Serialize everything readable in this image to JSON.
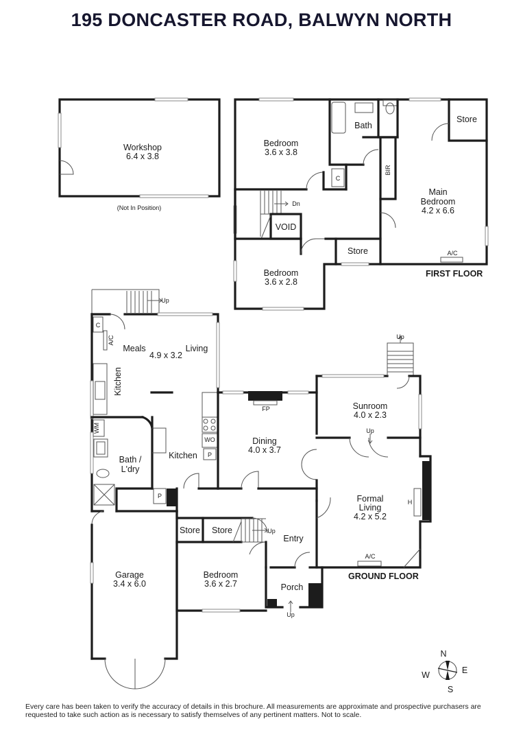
{
  "title": "195 DONCASTER ROAD, BALWYN NORTH",
  "workshop": {
    "name": "Workshop",
    "dims": "6.4 x 3.8",
    "note": "(Not In Position)"
  },
  "first_floor": {
    "label": "FIRST FLOOR",
    "bedroom1": {
      "name": "Bedroom",
      "dims": "3.6 x 3.8"
    },
    "bath": "Bath",
    "c": "C",
    "bir": "BIR",
    "store_top": "Store",
    "main_bedroom": {
      "name1": "Main",
      "name2": "Bedroom",
      "dims": "4.2 x 6.6"
    },
    "ac": "A/C",
    "dn": "Dn",
    "void": "VOID",
    "store": "Store",
    "bedroom2": {
      "name": "Bedroom",
      "dims": "3.6 x 2.8"
    }
  },
  "ground_floor": {
    "label": "GROUND FLOOR",
    "up_rear": "Up",
    "c": "C",
    "ac": "A/C",
    "meals": "Meals",
    "meals_living_dims": "4.9 x 3.2",
    "living": "Living",
    "kitchen_vertical": "Kitchen",
    "wm": "WM",
    "bath_ldry1": "Bath /",
    "bath_ldry2": "L'dry",
    "kitchen": "Kitchen",
    "wo": "WO",
    "p1": "P",
    "p2": "P",
    "fp": "FP",
    "dining": {
      "name": "Dining",
      "dims": "4.0 x 3.7"
    },
    "up_side": "Up",
    "sunroom": {
      "name": "Sunroom",
      "dims": "4.0 x 2.3"
    },
    "up_sunroom": "Up",
    "formal_living": {
      "name1": "Formal",
      "name2": "Living",
      "dims": "4.2 x 5.2"
    },
    "h": "H",
    "ac_living": "A/C",
    "store1": "Store",
    "store2": "Store",
    "up_stairs": "Up",
    "entry": "Entry",
    "garage": {
      "name": "Garage",
      "dims": "3.4 x 6.0"
    },
    "bedroom": {
      "name": "Bedroom",
      "dims": "3.6 x 2.7"
    },
    "porch": "Porch",
    "up_porch": "Up"
  },
  "compass": {
    "n": "N",
    "e": "E",
    "s": "S",
    "w": "W"
  },
  "disclaimer": "Every care has been taken to verify the accuracy of details in this brochure. All measurements are approximate and prospective purchasers are requested to take such action as is necessary to satisfy themselves of any pertinent matters. Not to scale."
}
